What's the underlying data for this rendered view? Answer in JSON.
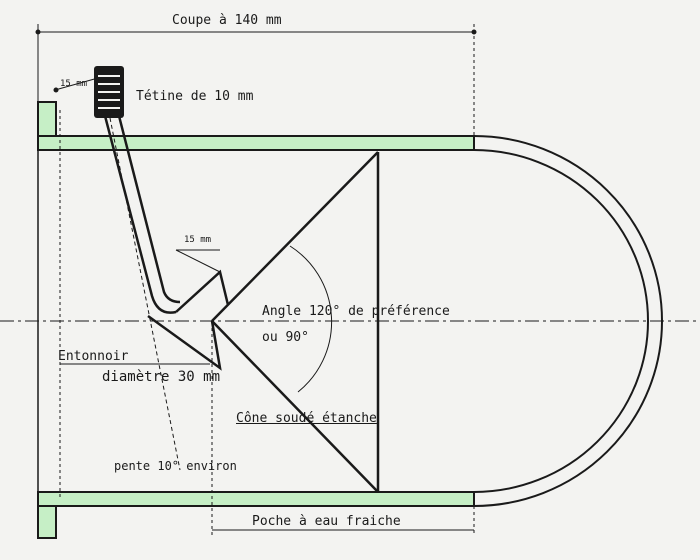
{
  "labels": {
    "coupe": "Coupe à 140 mm",
    "dim15_top": "15 mm",
    "tetine": "Tétine de 10 mm",
    "dim15_mid": "15 mm",
    "angle_line1": "Angle 120° de préférence",
    "angle_line2": "ou 90°",
    "entonnoir": "Entonnoir",
    "diametre": "diamètre 30 mm",
    "cone": "Cône soudé étanche",
    "pente": "pente 10° environ",
    "poche": "Poche à eau fraiche"
  },
  "colors": {
    "paper": "#f3f3f1",
    "ink": "#1a1a1a",
    "wall_fill": "#c6efc6"
  }
}
